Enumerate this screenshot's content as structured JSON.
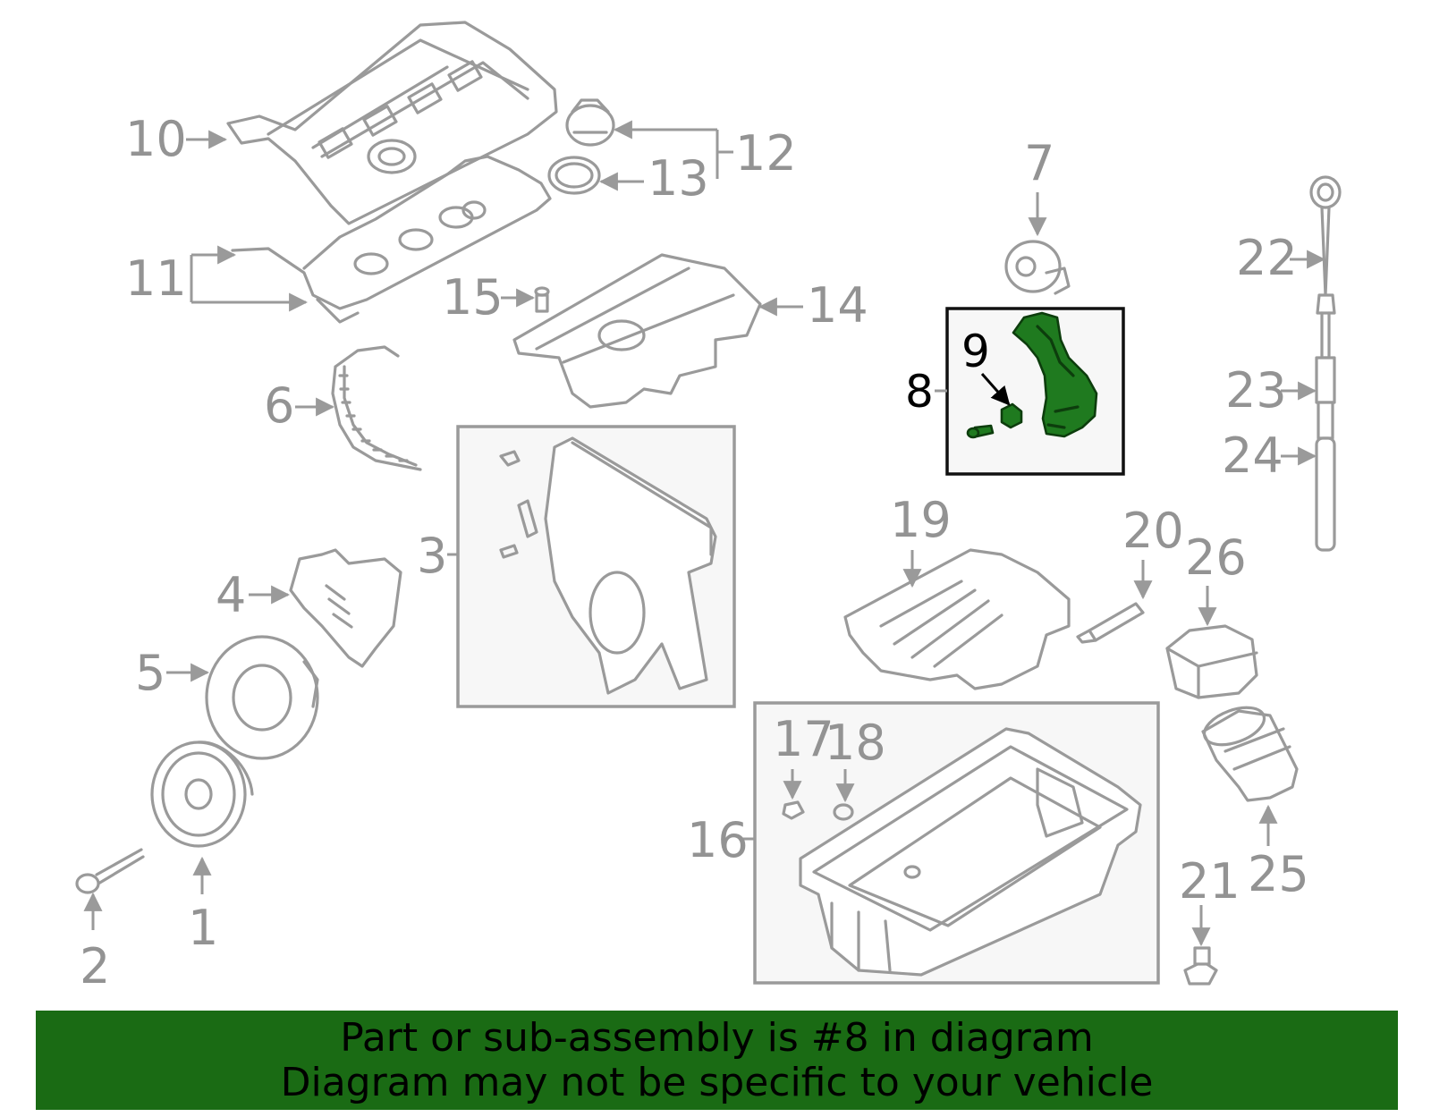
{
  "callouts": {
    "c1": "1",
    "c2": "2",
    "c3": "3",
    "c4": "4",
    "c5": "5",
    "c6": "6",
    "c7": "7",
    "c8": "8",
    "c9": "9",
    "c10": "10",
    "c11": "11",
    "c12": "12",
    "c13": "13",
    "c14": "14",
    "c15": "15",
    "c16": "16",
    "c17": "17",
    "c18": "18",
    "c19": "19",
    "c20": "20",
    "c21": "21",
    "c22": "22",
    "c23": "23",
    "c24": "24",
    "c25": "25",
    "c26": "26"
  },
  "highlight": {
    "part": "8",
    "color": "#1f7a1f",
    "banner_color": "#1a6b14"
  },
  "banner": {
    "line1": "Part or sub-assembly is #8 in diagram",
    "line2": "Diagram may not be specific to your vehicle"
  }
}
